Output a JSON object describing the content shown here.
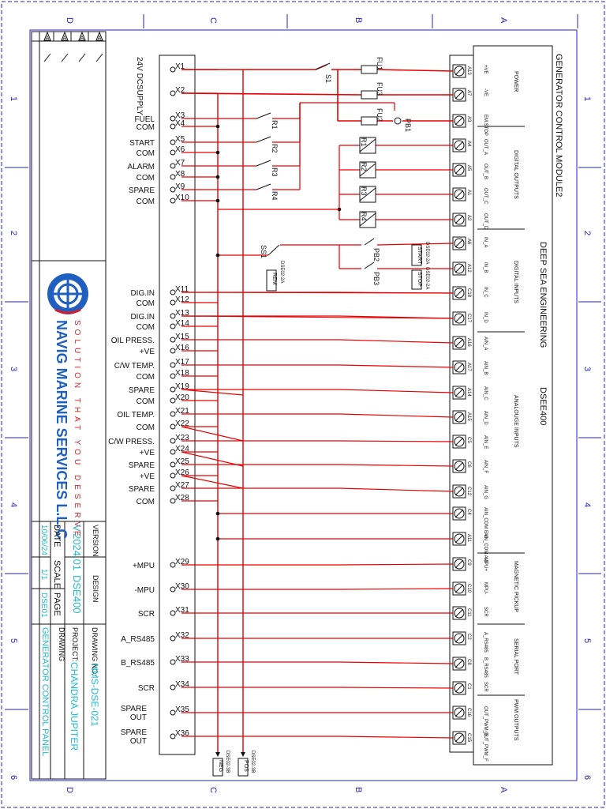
{
  "border": {
    "letters": [
      "D",
      "C",
      "B",
      "A"
    ],
    "numbers": [
      "1",
      "2",
      "3",
      "4",
      "5",
      "6"
    ]
  },
  "title_block": {
    "revisions": [
      "A",
      "A",
      "A",
      "A"
    ],
    "company_name": "NAVIG MARINE SERVICES L.L.C",
    "company_tagline": "SOLUTION THAT YOU DESERVE",
    "version_label": "VERSION",
    "version": "V.2024.01",
    "design_label": "DESIGN",
    "design": "DSE400",
    "date_label": "DATE",
    "date": "10/06/24",
    "scale_label": "SCALE",
    "scale": "1/1",
    "page_label": "PAGE",
    "page": "DSE01",
    "drawing_no_label": "DRAWING NO:",
    "drawing_no": "NMS-DSE-021",
    "project_label": "PROJECT:",
    "project": "CHANDRA JUPITER",
    "drawing_label": "DRAWING",
    "drawing": "GENERATOR CONTROL PANEL"
  },
  "terminal_strip": {
    "supply_label": "24V DCSUPPLY",
    "terminals": [
      {
        "id": "X1",
        "label": ""
      },
      {
        "id": "X2",
        "label": ""
      },
      {
        "id": "X3",
        "label": "FUEL"
      },
      {
        "id": "X4",
        "label": "COM"
      },
      {
        "id": "X5",
        "label": "START"
      },
      {
        "id": "X6",
        "label": "COM"
      },
      {
        "id": "X7",
        "label": "ALARM"
      },
      {
        "id": "X8",
        "label": "COM"
      },
      {
        "id": "X9",
        "label": "SPARE"
      },
      {
        "id": "X10",
        "label": "COM"
      },
      {
        "id": "X11",
        "label": "DIG.IN"
      },
      {
        "id": "X12",
        "label": "COM"
      },
      {
        "id": "X13",
        "label": "DIG.IN"
      },
      {
        "id": "X14",
        "label": "COM"
      },
      {
        "id": "X15",
        "label": "OIL PRESS."
      },
      {
        "id": "X16",
        "label": "+VE"
      },
      {
        "id": "X17",
        "label": "C/W TEMP."
      },
      {
        "id": "X18",
        "label": "COM"
      },
      {
        "id": "X19",
        "label": "SPARE"
      },
      {
        "id": "X20",
        "label": "COM"
      },
      {
        "id": "X21",
        "label": "OIL TEMP."
      },
      {
        "id": "X22",
        "label": "COM"
      },
      {
        "id": "X23",
        "label": "C/W PRESS."
      },
      {
        "id": "X24",
        "label": "+VE"
      },
      {
        "id": "X25",
        "label": "SPARE"
      },
      {
        "id": "X26",
        "label": "+VE"
      },
      {
        "id": "X27",
        "label": "SPARE"
      },
      {
        "id": "X28",
        "label": "COM"
      },
      {
        "id": "X29",
        "label": "+MPU"
      },
      {
        "id": "X30",
        "label": "-MPU"
      },
      {
        "id": "X31",
        "label": "SCR"
      },
      {
        "id": "X32",
        "label": "A_RS485"
      },
      {
        "id": "X33",
        "label": "B_RS485"
      },
      {
        "id": "X34",
        "label": "SCR"
      },
      {
        "id": "X35",
        "label": "SPARE OUT"
      },
      {
        "id": "X36",
        "label": "SPARE OUT"
      }
    ]
  },
  "components": {
    "s1": "S1",
    "fu1": "FU1",
    "fu3": "FU3",
    "fu2": "FU2",
    "pb1": "PB1",
    "relays": [
      "R1",
      "R2",
      "R3",
      "R4"
    ],
    "ss1": "SS1",
    "pb2": "PB2",
    "pb3": "PB3",
    "rem_ref": "DSE02-2A",
    "rem": "REM",
    "start_ref": "DSE02-2A",
    "start": "START",
    "stop_ref": "DSE02-2A",
    "stop": "STOP",
    "neg_ref": "DSE02-3B",
    "neg": "NEG",
    "pos_ref": "DSE02-3B",
    "pos": "POS"
  },
  "module": {
    "title": "GENERATOR CONTROL MODULE2",
    "brand": "DEEP SEA ENGINEERING",
    "model": "DSEE400",
    "groups": [
      "POWER",
      "DIGITAL OUTPUTS",
      "DIGITAL INPUTS",
      "ANALOUGE INPUTS",
      "MAGNETIC PICKUP",
      "SERIAL PORT",
      "PWM OUTPUTS"
    ],
    "pins": [
      {
        "id": "A13",
        "func": "+VE"
      },
      {
        "id": "A7",
        "func": "-VE"
      },
      {
        "id": "A3",
        "func": "EM.STOP"
      },
      {
        "id": "A4",
        "func": "OUT_A"
      },
      {
        "id": "A5",
        "func": "OUT_B"
      },
      {
        "id": "A1",
        "func": "OUT_C"
      },
      {
        "id": "A2",
        "func": "OUT_D"
      },
      {
        "id": "A6",
        "func": "IN_A"
      },
      {
        "id": "A12",
        "func": "IN_B"
      },
      {
        "id": "C18",
        "func": "IN_C"
      },
      {
        "id": "C17",
        "func": "IN_D"
      },
      {
        "id": "A16",
        "func": "AIN_A"
      },
      {
        "id": "A17",
        "func": "AIN_B"
      },
      {
        "id": "A14",
        "func": "AIN_C"
      },
      {
        "id": "A15",
        "func": "AIN_D"
      },
      {
        "id": "C5",
        "func": "AIN_E"
      },
      {
        "id": "C6",
        "func": "AIN_F"
      },
      {
        "id": "C12",
        "func": "AIN_G"
      },
      {
        "id": "C4",
        "func": "AIN_COM E-G"
      },
      {
        "id": "A11",
        "func": "AIN_COM A-D"
      },
      {
        "id": "C9",
        "func": "MPU+"
      },
      {
        "id": "C10",
        "func": "MPU-"
      },
      {
        "id": "C11",
        "func": "SCR"
      },
      {
        "id": "C2",
        "func": "A_RS485"
      },
      {
        "id": "C8",
        "func": "B_RS485"
      },
      {
        "id": "C1",
        "func": "SCR"
      },
      {
        "id": "C16",
        "func": "OUT_PWM_E"
      },
      {
        "id": "C15",
        "func": "OUT_PWM_F"
      }
    ]
  },
  "colors": {
    "wire": "#e60000",
    "frame": "#2222cc",
    "ink": "#111111",
    "cyan": "#22bbcc",
    "blue": "#1f5fbf"
  }
}
